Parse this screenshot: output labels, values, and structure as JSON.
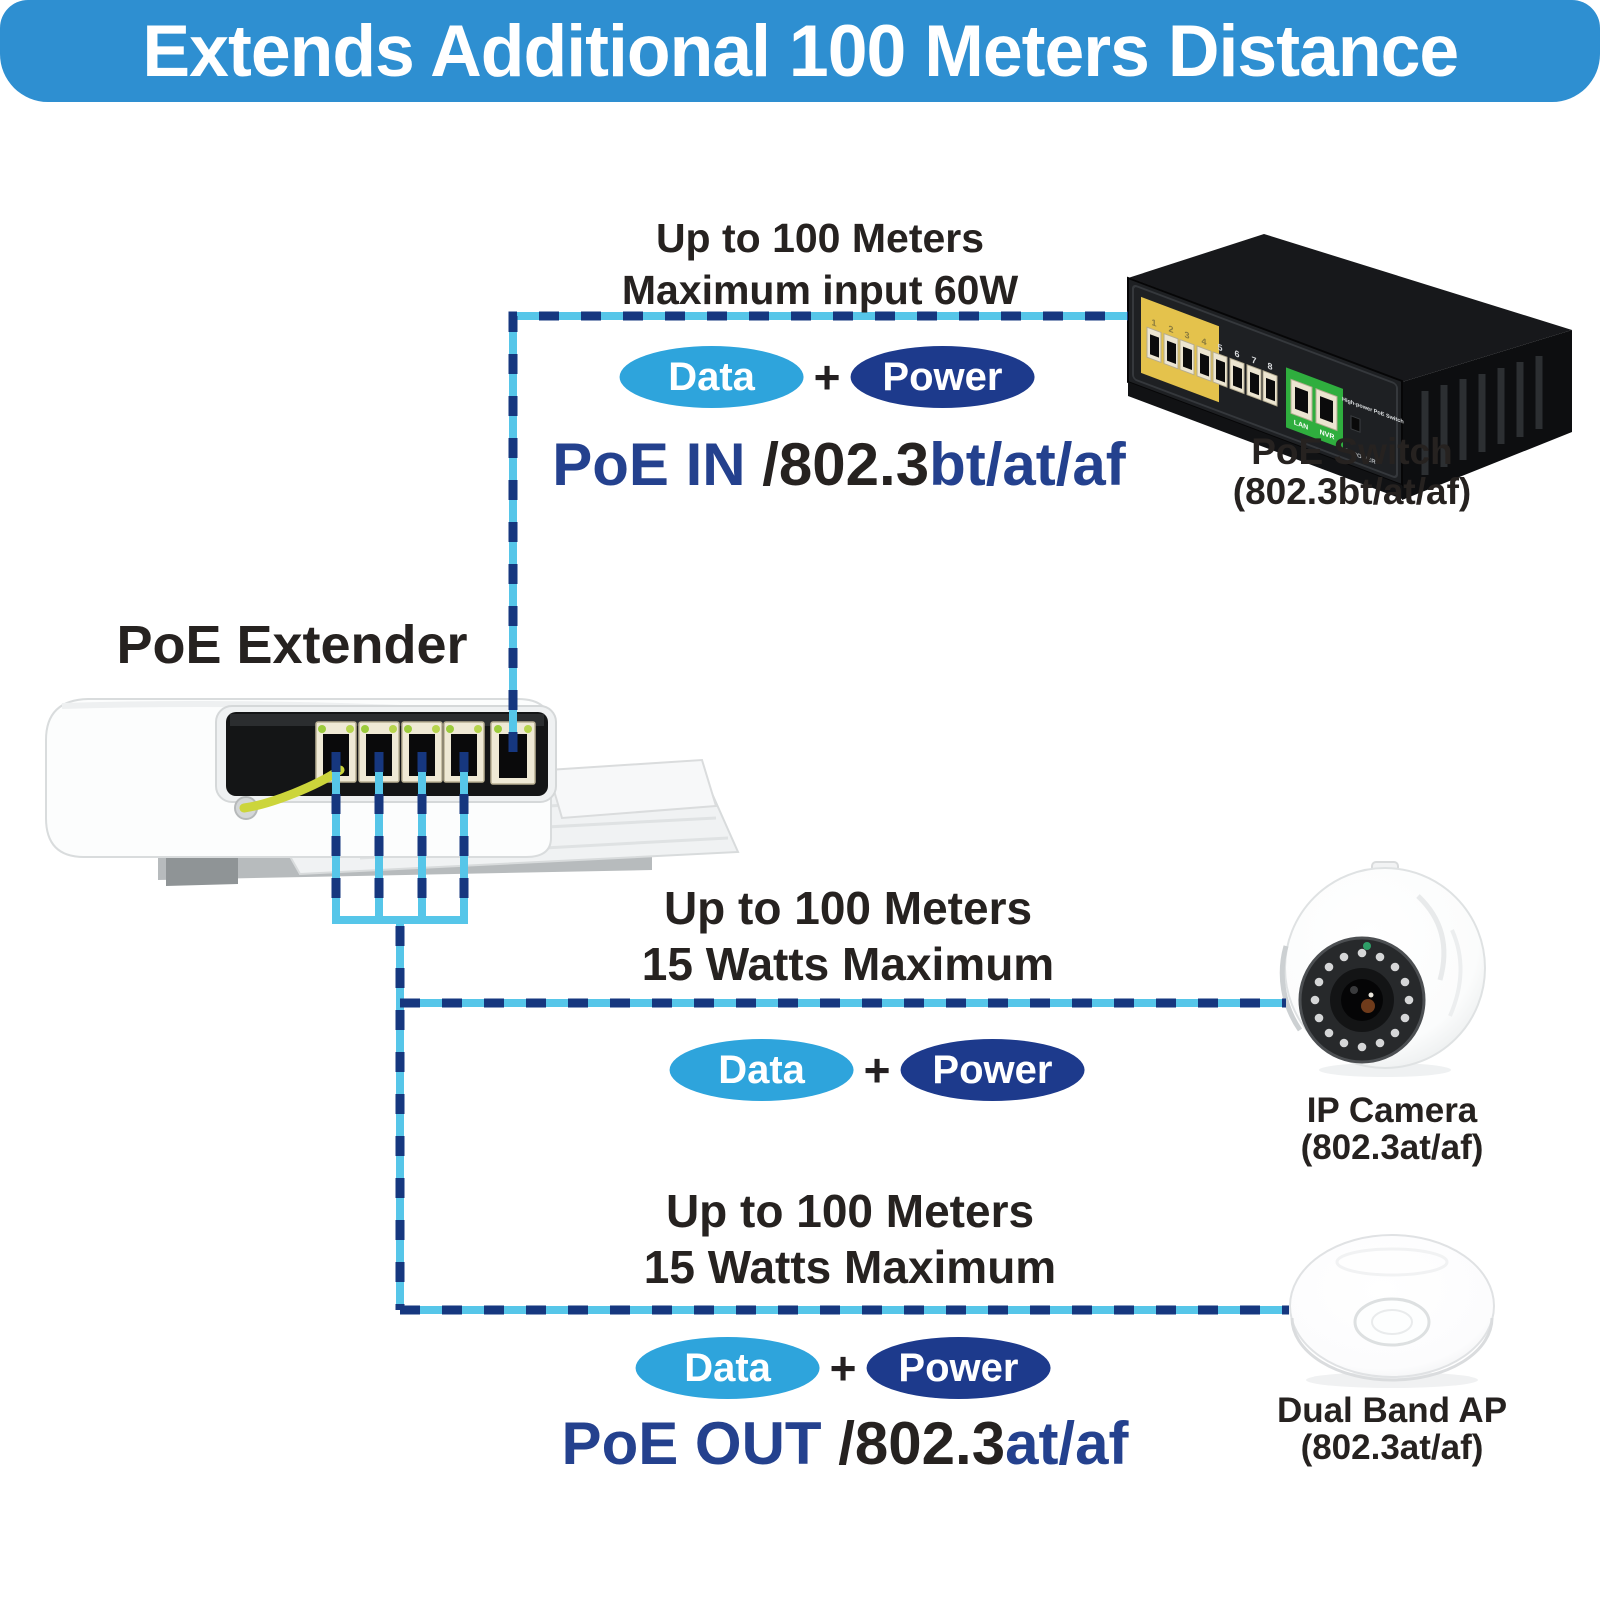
{
  "banner": {
    "title": "Extends Additional 100 Meters Distance"
  },
  "extender": {
    "label": "PoE Extender"
  },
  "poe_in_link": {
    "distance": "Up to 100 Meters",
    "max_power": "Maximum input 60W",
    "data_pill": "Data",
    "plus": "+",
    "power_pill": "Power",
    "poe_label": "PoE IN ",
    "standard_prefix": "/802.3",
    "standard_suffix": "bt/at/af"
  },
  "poe_switch": {
    "label_line1": "PoE Switch",
    "label_line2": "(802.3bt/at/af)",
    "case_text": "High-power PoE Switch",
    "port_numbers": [
      "1",
      "2",
      "3",
      "4",
      "5",
      "6",
      "7",
      "8"
    ],
    "uplink_labels": [
      "LAN",
      "NVR"
    ],
    "power_label": "POWER"
  },
  "camera_link": {
    "distance": "Up to 100 Meters",
    "max_power": "15 Watts Maximum",
    "data_pill": "Data",
    "plus": "+",
    "power_pill": "Power"
  },
  "ip_camera": {
    "label_line1": "IP Camera",
    "label_line2": "(802.3at/af)"
  },
  "ap_link": {
    "distance": "Up to 100 Meters",
    "max_power": "15 Watts Maximum",
    "data_pill": "Data",
    "plus": "+",
    "power_pill": "Power",
    "poe_label": "PoE OUT ",
    "standard_prefix": "/802.3",
    "standard_suffix": "at/af"
  },
  "dual_band_ap": {
    "label_line1": "Dual Band AP",
    "label_line2": "(802.3at/af)"
  },
  "colors": {
    "banner_blue": "#2E8FD1",
    "data_blue": "#2EA4DC",
    "power_navy": "#1D3A8C",
    "line_cyan": "#56C6E9",
    "line_navy": "#16377F",
    "text_dark": "#262220",
    "text_blue": "#24418E"
  }
}
